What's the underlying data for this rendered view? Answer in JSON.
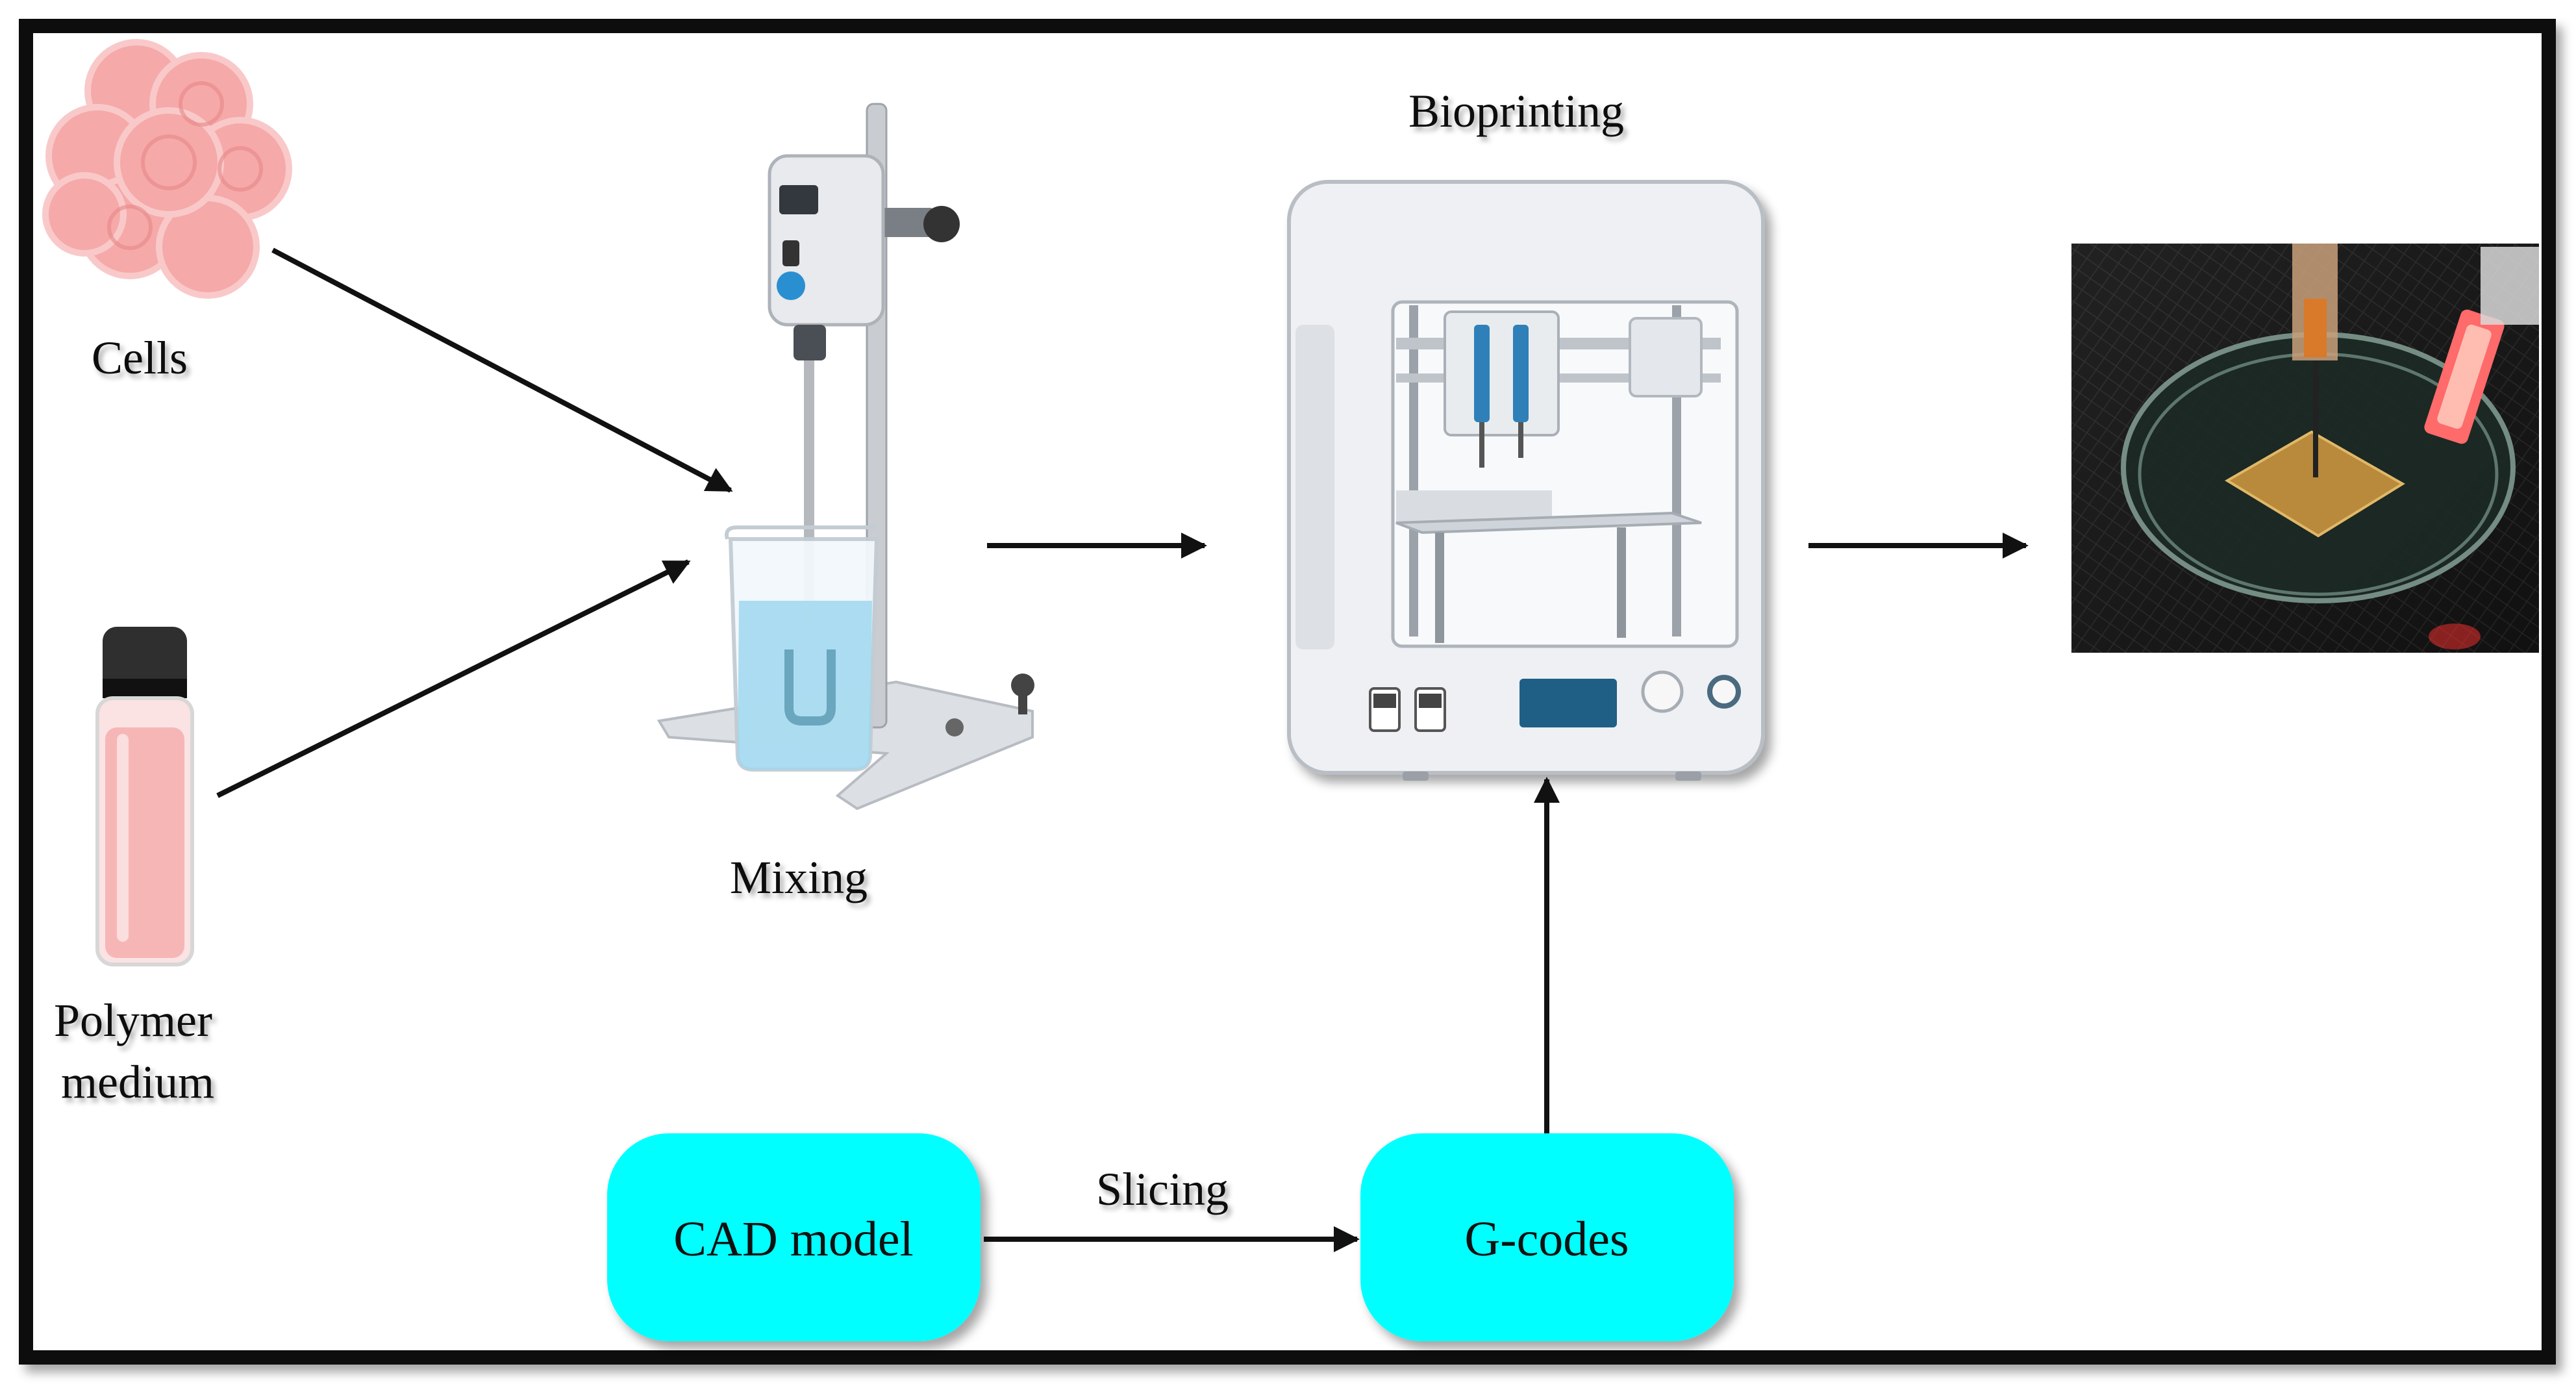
{
  "labels": {
    "cells": "Cells",
    "polymer_line1": "Polymer",
    "polymer_line2": "medium",
    "mixing": "Mixing",
    "bioprinting": "Bioprinting",
    "slicing": "Slicing"
  },
  "boxes": {
    "cad": "CAD model",
    "gcodes": "G-codes"
  },
  "colors": {
    "box_fill": "#00FFFF",
    "frame": "#0a0a0a",
    "arrow": "#111111",
    "cell_fill": "#f6a9a9",
    "medium_fill": "#f7b6b6",
    "liquid_fill": "#9fd7ee",
    "printer_body": "#eef0f3",
    "screen": "#1f5f86"
  },
  "icons": {
    "cells": "cell-cluster-icon",
    "vial": "vial-icon",
    "mixer": "overhead-stirrer-icon",
    "printer": "bioprinter-icon",
    "photo": "printed-scaffold-photo"
  }
}
